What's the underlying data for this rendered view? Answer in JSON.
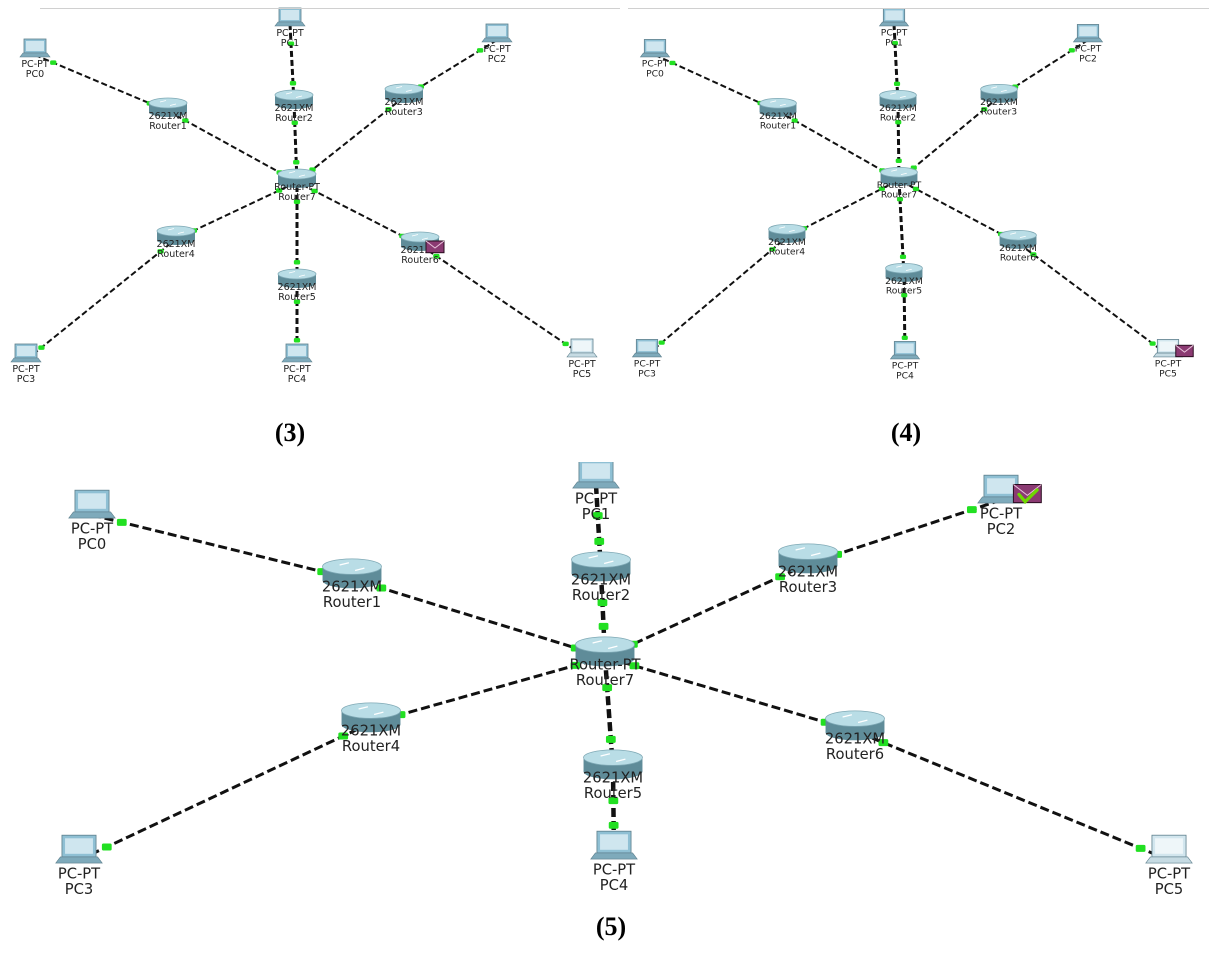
{
  "panels": [
    {
      "id": "3",
      "caption": "(3)",
      "envelope_at": "Router6",
      "envelope_delivered": false,
      "nodes": [
        {
          "id": "PC0",
          "kind": "pc",
          "type": "PC-PT",
          "name": "PC0"
        },
        {
          "id": "PC1",
          "kind": "pc",
          "type": "PC-PT",
          "name": "PC1"
        },
        {
          "id": "PC2",
          "kind": "pc",
          "type": "PC-PT",
          "name": "PC2"
        },
        {
          "id": "PC3",
          "kind": "pc",
          "type": "PC-PT",
          "name": "PC3"
        },
        {
          "id": "PC4",
          "kind": "pc",
          "type": "PC-PT",
          "name": "PC4"
        },
        {
          "id": "PC5",
          "kind": "pc",
          "type": "PC-PT",
          "name": "PC5"
        },
        {
          "id": "Router1",
          "kind": "router",
          "type": "2621XM",
          "name": "Router1"
        },
        {
          "id": "Router2",
          "kind": "router",
          "type": "2621XM",
          "name": "Router2"
        },
        {
          "id": "Router3",
          "kind": "router",
          "type": "2621XM",
          "name": "Router3"
        },
        {
          "id": "Router4",
          "kind": "router",
          "type": "2621XM",
          "name": "Router4"
        },
        {
          "id": "Router5",
          "kind": "router",
          "type": "2621XM",
          "name": "Router5"
        },
        {
          "id": "Router6",
          "kind": "router",
          "type": "2621XM",
          "name": "Router6"
        },
        {
          "id": "Router7",
          "kind": "router",
          "type": "Router-PT",
          "name": "Router7"
        }
      ]
    },
    {
      "id": "4",
      "caption": "(4)",
      "envelope_at": "PC5",
      "envelope_delivered": false,
      "nodes": [
        {
          "id": "PC0",
          "kind": "pc",
          "type": "PC-PT",
          "name": "PC0"
        },
        {
          "id": "PC1",
          "kind": "pc",
          "type": "PC-PT",
          "name": "PC1"
        },
        {
          "id": "PC2",
          "kind": "pc",
          "type": "PC-PT",
          "name": "PC2"
        },
        {
          "id": "PC3",
          "kind": "pc",
          "type": "PC-PT",
          "name": "PC3"
        },
        {
          "id": "PC4",
          "kind": "pc",
          "type": "PC-PT",
          "name": "PC4"
        },
        {
          "id": "PC5",
          "kind": "pc",
          "type": "PC-PT",
          "name": "PC5"
        },
        {
          "id": "Router1",
          "kind": "router",
          "type": "2621XM",
          "name": "Router1"
        },
        {
          "id": "Router2",
          "kind": "router",
          "type": "2621XM",
          "name": "Router2"
        },
        {
          "id": "Router3",
          "kind": "router",
          "type": "2621XM",
          "name": "Router3"
        },
        {
          "id": "Router4",
          "kind": "router",
          "type": "2621XM",
          "name": "Router4"
        },
        {
          "id": "Router5",
          "kind": "router",
          "type": "2621XM",
          "name": "Router5"
        },
        {
          "id": "Router6",
          "kind": "router",
          "type": "2621XM",
          "name": "Router6"
        },
        {
          "id": "Router7",
          "kind": "router",
          "type": "Router-PT",
          "name": "Router7"
        }
      ]
    },
    {
      "id": "5",
      "caption": "(5)",
      "envelope_at": "PC2",
      "envelope_delivered": true,
      "nodes": [
        {
          "id": "PC0",
          "kind": "pc",
          "type": "PC-PT",
          "name": "PC0"
        },
        {
          "id": "PC1",
          "kind": "pc",
          "type": "PC-PT",
          "name": "PC1"
        },
        {
          "id": "PC2",
          "kind": "pc",
          "type": "PC-PT",
          "name": "PC2"
        },
        {
          "id": "PC3",
          "kind": "pc",
          "type": "PC-PT",
          "name": "PC3"
        },
        {
          "id": "PC4",
          "kind": "pc",
          "type": "PC-PT",
          "name": "PC4"
        },
        {
          "id": "PC5",
          "kind": "pc",
          "type": "PC-PT",
          "name": "PC5"
        },
        {
          "id": "Router1",
          "kind": "router",
          "type": "2621XM",
          "name": "Router1"
        },
        {
          "id": "Router2",
          "kind": "router",
          "type": "2621XM",
          "name": "Router2"
        },
        {
          "id": "Router3",
          "kind": "router",
          "type": "2621XM",
          "name": "Router3"
        },
        {
          "id": "Router4",
          "kind": "router",
          "type": "2621XM",
          "name": "Router4"
        },
        {
          "id": "Router5",
          "kind": "router",
          "type": "2621XM",
          "name": "Router5"
        },
        {
          "id": "Router6",
          "kind": "router",
          "type": "2621XM",
          "name": "Router6"
        },
        {
          "id": "Router7",
          "kind": "router",
          "type": "Router-PT",
          "name": "Router7"
        }
      ]
    }
  ],
  "links": [
    [
      "PC0",
      "Router1"
    ],
    [
      "PC1",
      "Router2"
    ],
    [
      "PC2",
      "Router3"
    ],
    [
      "PC3",
      "Router4"
    ],
    [
      "PC4",
      "Router5"
    ],
    [
      "PC5",
      "Router6"
    ],
    [
      "Router1",
      "Router7"
    ],
    [
      "Router2",
      "Router7"
    ],
    [
      "Router3",
      "Router7"
    ],
    [
      "Router4",
      "Router7"
    ],
    [
      "Router5",
      "Router7"
    ],
    [
      "Router6",
      "Router7"
    ]
  ],
  "colors": {
    "link": "#111111",
    "port": "#22e022",
    "router_top": "#b9dde6",
    "router_side": "#5f8c99",
    "pc_body": "#8fc0d4",
    "envelope": "#8b3a72",
    "check": "#6fd800"
  }
}
